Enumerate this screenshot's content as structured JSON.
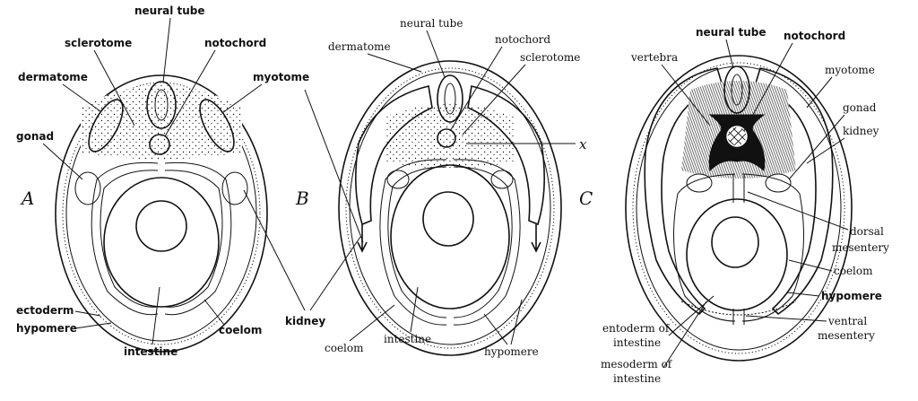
{
  "panels": {
    "a": {
      "letter": "A",
      "labels": {
        "neural_tube": "neural tube",
        "sclerotome": "sclerotome",
        "notochord": "notochord",
        "dermatome": "dermatome",
        "myotome": "myotome",
        "gonad": "gonad",
        "ectoderm": "ectoderm",
        "hypomere": "hypomere",
        "intestine": "intestine",
        "coelom": "coelom"
      }
    },
    "b": {
      "letter": "B",
      "labels": {
        "dermatome": "dermatome",
        "neural_tube": "neural tube",
        "notochord": "notochord",
        "sclerotome": "sclerotome",
        "x": "x",
        "kidney": "kidney",
        "coelom": "coelom",
        "intestine": "intestine",
        "hypomere": "hypomere"
      }
    },
    "c": {
      "letter": "C",
      "labels": {
        "vertebra": "vertebra",
        "neural_tube": "neural tube",
        "notochord": "notochord",
        "myotome": "myotome",
        "gonad": "gonad",
        "kidney": "kidney",
        "dorsal_mesentery_1": "dorsal",
        "dorsal_mesentery_2": "mesentery",
        "coelom": "coelom",
        "hypomere": "hypomere",
        "ventral_mesentery_1": "ventral",
        "ventral_mesentery_2": "mesentery",
        "entoderm_1": "entoderm of",
        "entoderm_2": "intestine",
        "mesoderm_1": "mesoderm of",
        "mesoderm_2": "intestine"
      }
    }
  }
}
